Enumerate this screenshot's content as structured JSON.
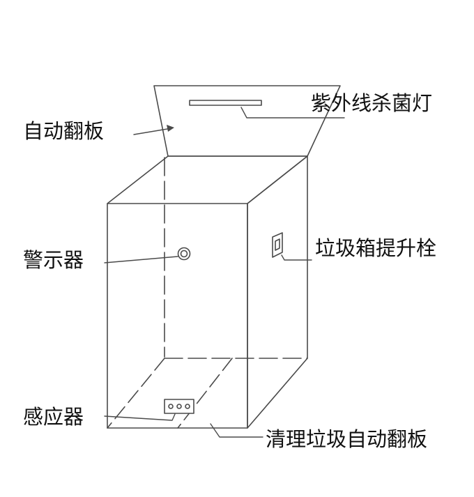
{
  "colors": {
    "line": "#4a4a4a",
    "text": "#111111",
    "background": "#ffffff"
  },
  "labels": {
    "uv_lamp": "紫外线杀菌灯",
    "auto_flap": "自动翻板",
    "alarm": "警示器",
    "lift_bolt": "垃圾箱提升栓",
    "sensor": "感应器",
    "cleaning_flap": "清理垃圾自动翻板"
  }
}
